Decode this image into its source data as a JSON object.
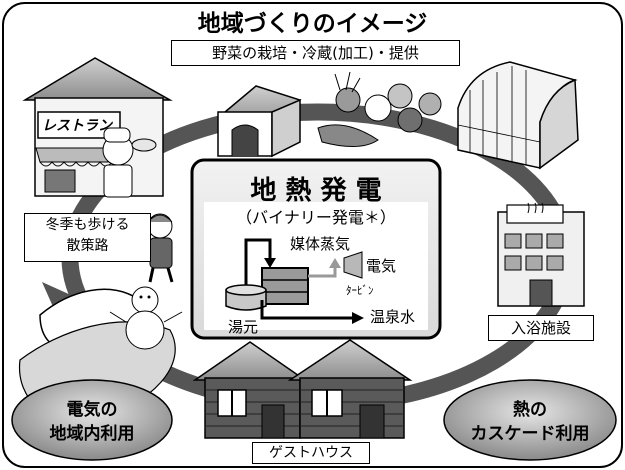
{
  "title": "地域づくりのイメージ",
  "top_label": "野菜の栽培・冷蔵(加工)・提供",
  "restaurant_sign": "レストラン",
  "center": {
    "title": "地 熱 発 電",
    "subtitle": "（バイナリー発電＊）",
    "medium_vapor": "媒体蒸気",
    "electricity": "電気",
    "turbine": "ﾀｰﾋﾞﾝ",
    "source": "湯元",
    "hot_water": "温泉水"
  },
  "walk_path": {
    "line1": "冬季も歩ける",
    "line2": "散策路"
  },
  "bath_facility": "入浴施設",
  "guest_house": "ゲストハウス",
  "electric_local": {
    "line1": "電気の",
    "line2": "地域内利用"
  },
  "heat_cascade": {
    "line1": "熱の",
    "line2": "カスケード利用"
  }
}
